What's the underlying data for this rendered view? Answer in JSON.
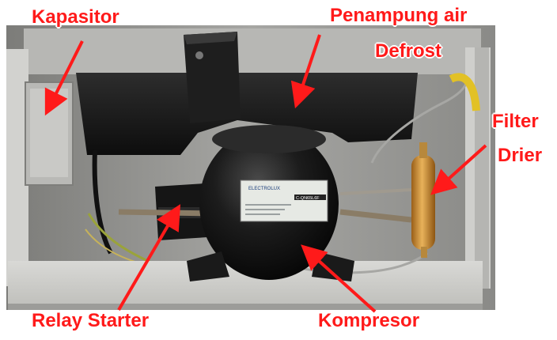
{
  "labels": {
    "kapasitor": "Kapasitor",
    "penampung_line1": "Penampung air",
    "penampung_line2": "Defrost",
    "filter_line1": "Filter",
    "filter_line2": "Drier",
    "relay_starter": "Relay Starter",
    "kompresor": "Kompresor"
  },
  "compressor_sticker": {
    "brand": "ELECTROLUX",
    "model": "C-QN65L6F"
  },
  "colors": {
    "label": "#ff1a1a",
    "arrow": "#ff1a1a",
    "compressor_body": "#121212",
    "drip_tray": "#171717",
    "frame": "#c9c9c6",
    "filter_drier": "#c98a2a",
    "background_wall": "#8f8f8c"
  },
  "icons": {
    "arrow": "red-arrow-icon"
  }
}
